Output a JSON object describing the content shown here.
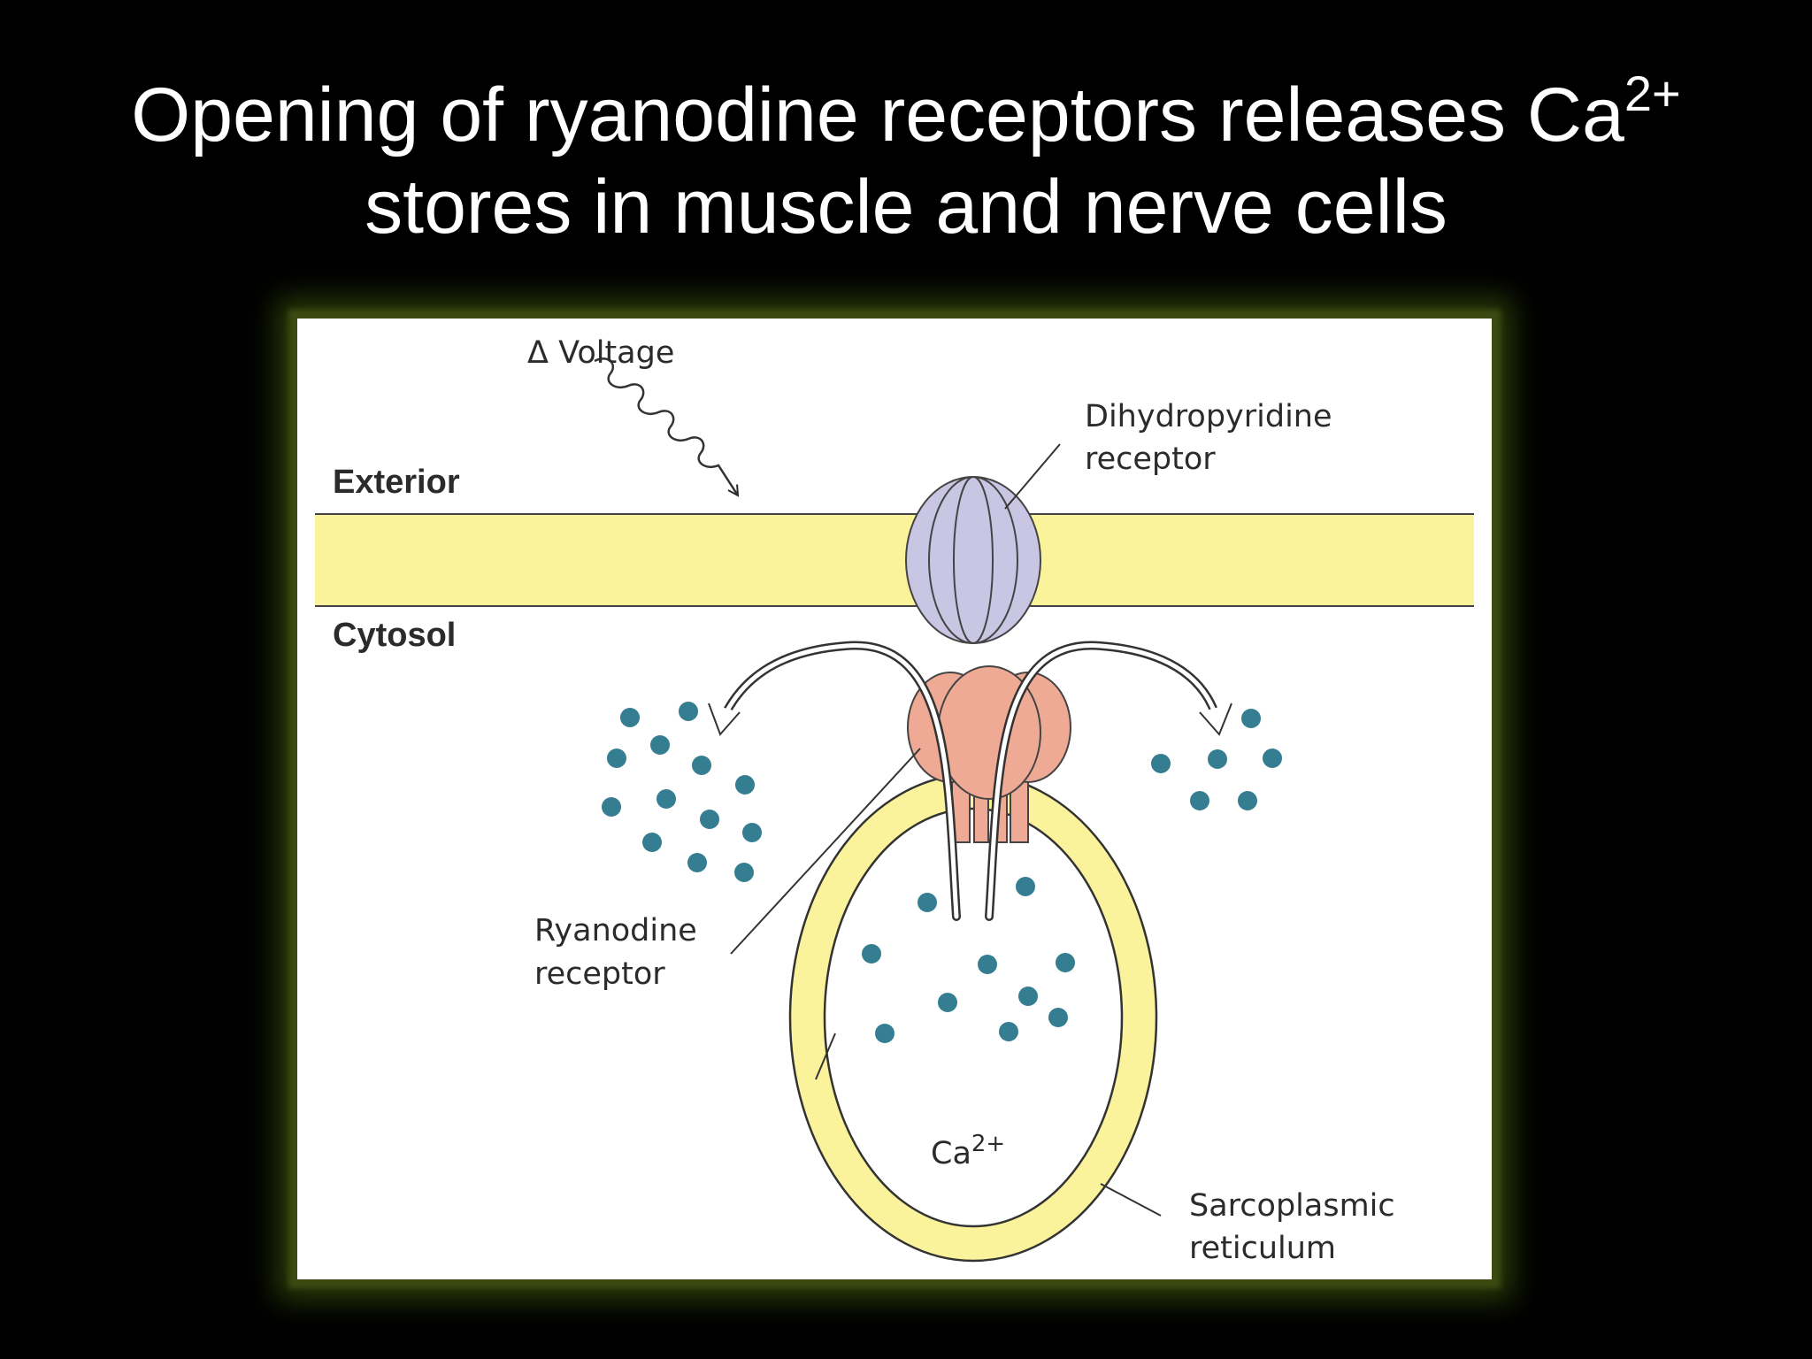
{
  "slide": {
    "title_line1": "Opening of ryanodine receptors releases Ca",
    "title_superscript": "2+",
    "title_line2": "stores in muscle and nerve cells"
  },
  "diagram": {
    "voltage_symbol": "Δ",
    "voltage_label": "Voltage",
    "exterior_label": "Exterior",
    "cytosol_label": "Cytosol",
    "dhp_receptor_line1": "Dihydropyridine",
    "dhp_receptor_line2": "receptor",
    "ryanodine_receptor_line1": "Ryanodine",
    "ryanodine_receptor_line2": "receptor",
    "calcium_label": "Ca",
    "calcium_superscript": "2+",
    "sr_line1": "Sarcoplasmic",
    "sr_line2": "reticulum"
  },
  "colors": {
    "background": "#000000",
    "membrane": "#fbf39b",
    "dhp_receptor": "#c9c6e3",
    "ryanodine_receptor": "#eeaa94",
    "calcium_ion": "#357e91",
    "frame_glow": "#3c4a12"
  }
}
